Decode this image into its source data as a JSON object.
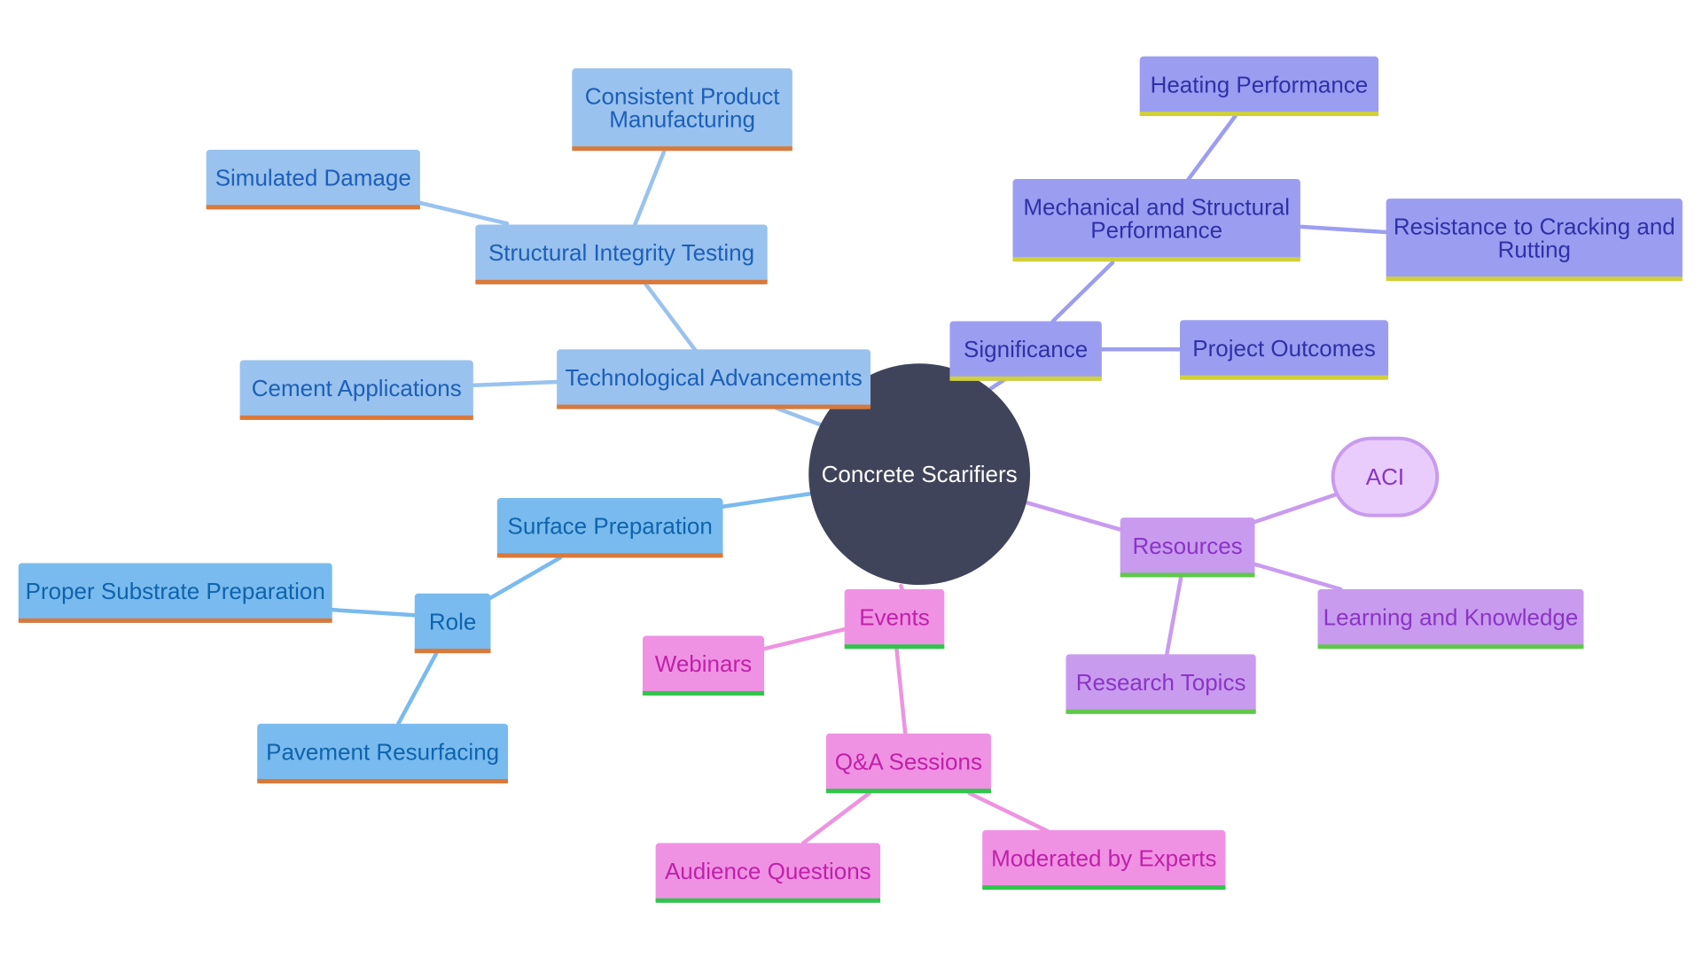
{
  "diagram": {
    "type": "mindmap",
    "root": {
      "label": "Concrete Scarifiers"
    },
    "nodes": {
      "tech": {
        "lines": [
          "Technological Advancements"
        ]
      },
      "structural": {
        "lines": [
          "Structural Integrity Testing"
        ]
      },
      "consistent": {
        "lines": [
          "Consistent Product",
          "Manufacturing"
        ]
      },
      "simulated": {
        "lines": [
          "Simulated Damage"
        ]
      },
      "cement": {
        "lines": [
          "Cement Applications"
        ]
      },
      "surface": {
        "lines": [
          "Surface Preparation"
        ]
      },
      "role": {
        "lines": [
          "Role"
        ]
      },
      "substrate": {
        "lines": [
          "Proper Substrate Preparation"
        ]
      },
      "pavement": {
        "lines": [
          "Pavement Resurfacing"
        ]
      },
      "significance": {
        "lines": [
          "Significance"
        ]
      },
      "mechanical": {
        "lines": [
          "Mechanical and Structural",
          "Performance"
        ]
      },
      "heating": {
        "lines": [
          "Heating Performance"
        ]
      },
      "cracking": {
        "lines": [
          "Resistance to Cracking and",
          "Rutting"
        ]
      },
      "outcomes": {
        "lines": [
          "Project Outcomes"
        ]
      },
      "resources": {
        "lines": [
          "Resources"
        ]
      },
      "aci": {
        "lines": [
          "ACI"
        ]
      },
      "learning": {
        "lines": [
          "Learning and Knowledge"
        ]
      },
      "research": {
        "lines": [
          "Research Topics"
        ]
      },
      "events": {
        "lines": [
          "Events"
        ]
      },
      "webinars": {
        "lines": [
          "Webinars"
        ]
      },
      "qa": {
        "lines": [
          "Q&A Sessions"
        ]
      },
      "audience": {
        "lines": [
          "Audience Questions"
        ]
      },
      "moderated": {
        "lines": [
          "Moderated by Experts"
        ]
      }
    },
    "colors": {
      "root_fill": "#40445a",
      "root_text": "#ffffff",
      "tech_fill": "#99c2ee",
      "tech_text": "#1d5fb8",
      "tech_edge": "#99c2ee",
      "tech_accent": "#d9793a",
      "surface_fill": "#79bbee",
      "surface_text": "#0f63ad",
      "surface_edge": "#79bbee",
      "surface_accent": "#d9793a",
      "significance_fill": "#9b9ef0",
      "significance_text": "#3030a8",
      "significance_edge": "#9b9ef0",
      "significance_accent": "#d0d03a",
      "resources_fill": "#c99bef",
      "resources_text": "#8a35c4",
      "resources_edge": "#c99bef",
      "resources_accent": "#5fc84a",
      "aci_fill": "#e9ccfb",
      "events_fill": "#f092e4",
      "events_text": "#c021a8",
      "events_edge": "#ed94e1",
      "events_accent": "#2ec64a"
    }
  }
}
